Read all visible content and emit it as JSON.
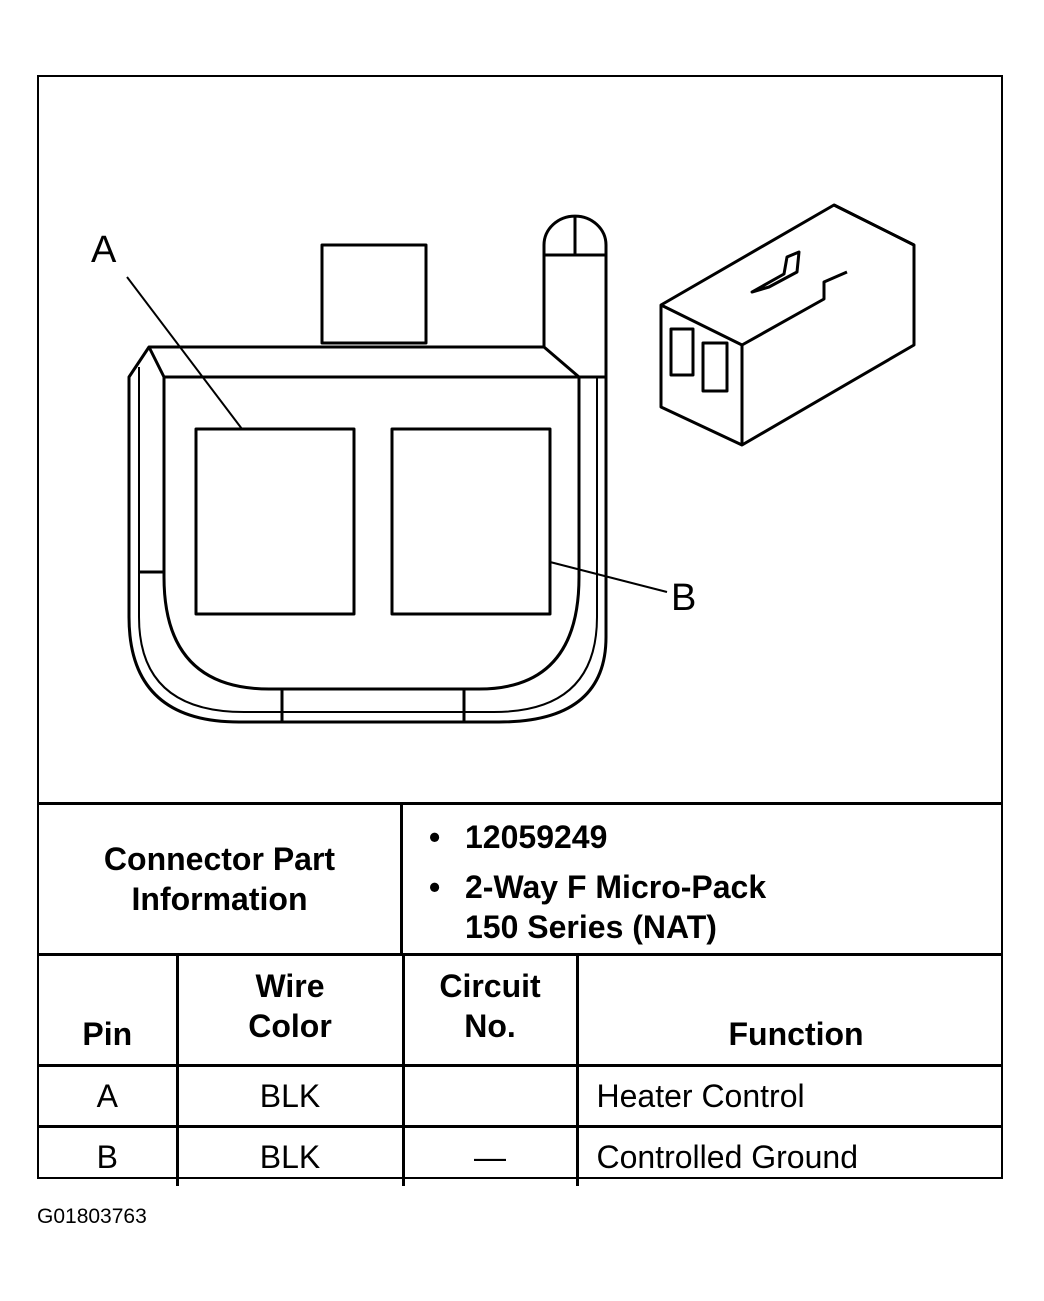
{
  "diagram": {
    "label_a": "A",
    "label_b": "B"
  },
  "connector_info": {
    "label_line1": "Connector Part",
    "label_line2": "Information",
    "items": [
      {
        "bullet": "•",
        "line1": "12059249",
        "line2": ""
      },
      {
        "bullet": "•",
        "line1": "2-Way F Micro-Pack",
        "line2": "150 Series (NAT)"
      }
    ]
  },
  "pin_table": {
    "headers": {
      "pin": "Pin",
      "wire_line1": "Wire",
      "wire_line2": "Color",
      "circuit_line1": "Circuit",
      "circuit_line2": "No.",
      "function": "Function"
    },
    "rows": [
      {
        "pin": "A",
        "wire_color": "BLK",
        "circuit": "",
        "function": "Heater Control"
      },
      {
        "pin": "B",
        "wire_color": "BLK",
        "circuit": "—",
        "function": "Controlled Ground"
      }
    ]
  },
  "figure_id": "G01803763"
}
